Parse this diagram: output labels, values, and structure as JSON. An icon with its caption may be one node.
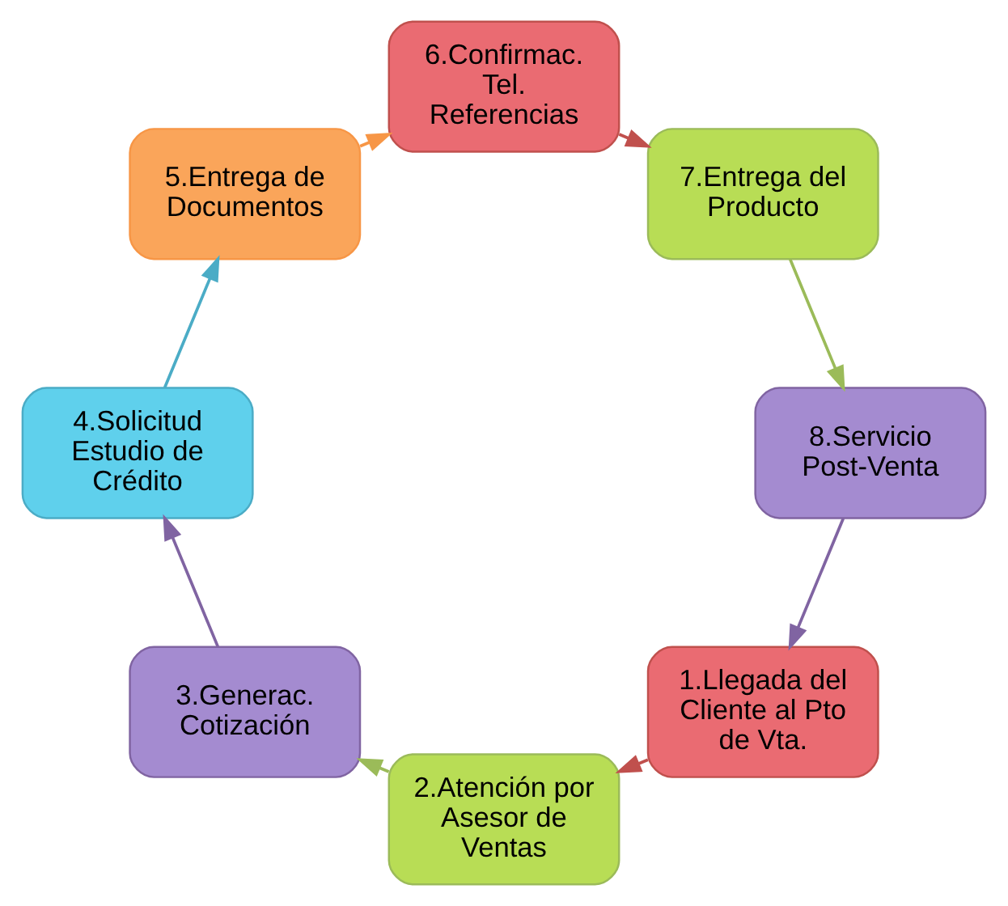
{
  "diagram": {
    "nodes": [
      {
        "text": [
          "1.Llegada del Cliente al Pto de Vta."
        ]
      },
      {
        "text": [
          "2.Atención por Asesor de Ventas"
        ]
      },
      {
        "text": [
          "3.Generac. Cotización"
        ]
      },
      {
        "text": [
          "4.Solicitud Estudio de Crédito"
        ]
      },
      {
        "text": [
          "5.Entrega de Documentos"
        ]
      },
      {
        "text": [
          "6.Confirmac. Tel. Referencias"
        ]
      },
      {
        "text": [
          "7.Entrega del Producto"
        ]
      },
      {
        "text": [
          "8.Servicio Post-Venta"
        ]
      }
    ],
    "edges": [
      {
        "from": 0,
        "to": 1,
        "arrow": "to",
        "color": "#c0504d"
      },
      {
        "from": 1,
        "to": 2,
        "arrow": "to",
        "color": "#9bbb59"
      },
      {
        "from": 2,
        "to": 3,
        "arrow": "to",
        "color": "#8064a2"
      },
      {
        "from": 3,
        "to": 4,
        "arrow": "to",
        "color": "#4bacc6"
      },
      {
        "from": 4,
        "to": 5,
        "arrow": "to",
        "color": "#f79646"
      },
      {
        "from": 5,
        "to": 6,
        "arrow": "to",
        "color": "#c0504d"
      },
      {
        "from": 6,
        "to": 7,
        "arrow": "to",
        "color": "#9bbb59"
      },
      {
        "from": 7,
        "to": 0,
        "arrow": "to",
        "color": "#8064a2"
      }
    ]
  }
}
